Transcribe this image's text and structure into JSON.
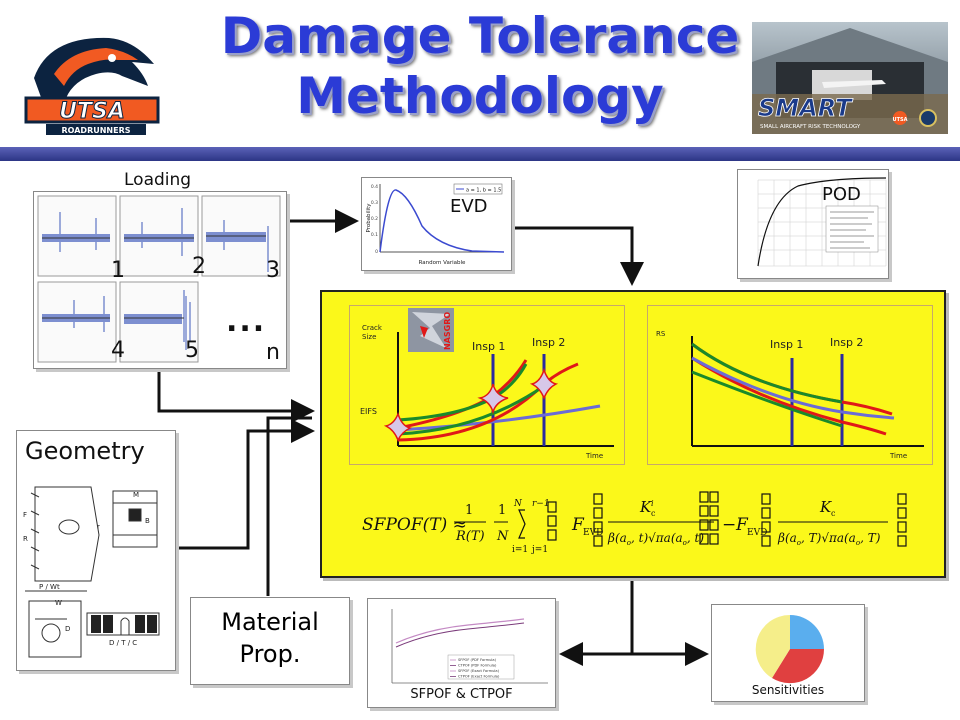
{
  "title": {
    "line1": "Damage Tolerance",
    "line2": "Methodology"
  },
  "logos": {
    "utsa": "UTSA",
    "utsa_sub": "ROADRUNNERS",
    "smart": "SMART",
    "smart_sub": "SMALL AIRCRAFT RISK TECHNOLOGY",
    "mini": "UTSA"
  },
  "loading": {
    "title": "Loading",
    "numbers": [
      "1",
      "2",
      "3",
      "4",
      "5",
      "n"
    ],
    "ellipsis": "..."
  },
  "evd": {
    "label": "EVD",
    "legend": "a = 1, b = 1.5",
    "xlabel": "Random Variable",
    "ylabel": "Probability",
    "ticks": [
      "0.4",
      "0.3",
      "0.2",
      "0.1",
      "0"
    ]
  },
  "pod": {
    "label": "POD"
  },
  "geometry": {
    "label": "Geometry",
    "sub": [
      "P / Wt",
      "W",
      "D",
      "M",
      "B",
      "F",
      "R",
      "r",
      "D / T / C"
    ]
  },
  "material": {
    "line1": "Material",
    "line2": "Prop."
  },
  "left_chart": {
    "ylabel_1": "Crack",
    "ylabel_2": "Size",
    "xlabel": "Time",
    "eifs": "EIFS",
    "insp1": "Insp 1",
    "insp2": "Insp 2",
    "nasgro": "NASGRO"
  },
  "right_chart": {
    "ylabel": "RS",
    "xlabel": "Time",
    "insp1": "Insp 1",
    "insp2": "Insp 2"
  },
  "formula": {
    "lhs": "SFPOF(T) ≈",
    "f1_num": "1",
    "f1_den": "R(T)",
    "f2_num": "1",
    "f2_den": "N",
    "sum_top": "N",
    "sum_bot": "i=1",
    "prod_top": "r−1",
    "prod_bot": "j=1",
    "bracket": "⎡",
    "fevd": "F",
    "fevd_sub": "EVD",
    "kc_i": "K",
    "kc_i_sub": "c",
    "kc_i_sup": "i",
    "den_i": "β(a",
    "den_i_sub": "o",
    "den_i_rest": ", t)√πa(a",
    "den_i_sub2": "o",
    "den_i_end": ", t)",
    "minus": "−",
    "kc": "K",
    "kc_sub": "c",
    "den_t": "β(a",
    "den_t_sub": "o",
    "den_t_rest": ", T)√πa(a",
    "den_t_sub2": "o",
    "den_t_end": ", T)"
  },
  "sfpof": {
    "label": "SFPOF & CTPOF",
    "legend": [
      "SFPOF (PDF Formula)",
      "CTPOF (PDF Formula)",
      "SFPOF (Exact Formula)",
      "CTPOF (Exact Formula)"
    ]
  },
  "sensitivities": {
    "label": "Sensitivities"
  },
  "colors": {
    "title": "#2b3bd6",
    "panel": "#fbf81a",
    "green": "#1a8a2a",
    "blue_line": "#6b6bd6",
    "red": "#e01818",
    "insp": "#2a2aa0"
  }
}
